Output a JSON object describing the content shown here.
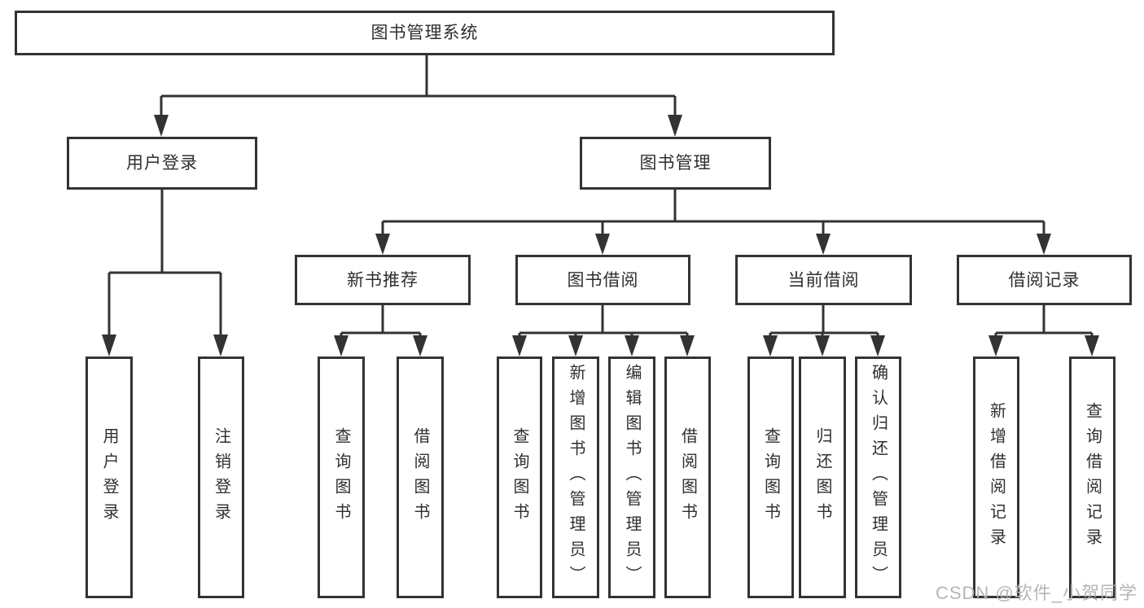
{
  "diagram": {
    "type": "hierarchy-tree",
    "tree": {
      "root": {
        "label": "图书管理系统",
        "children": [
          {
            "label": "用户登录",
            "children": [
              {
                "label": "用户登录"
              },
              {
                "label": "注销登录"
              }
            ]
          },
          {
            "label": "图书管理",
            "children": [
              {
                "label": "新书推荐",
                "children": [
                  {
                    "label": "查询图书"
                  },
                  {
                    "label": "借阅图书"
                  }
                ]
              },
              {
                "label": "图书借阅",
                "children": [
                  {
                    "label": "查询图书"
                  },
                  {
                    "label": "新增图书（管理员）"
                  },
                  {
                    "label": "编辑图书（管理员）"
                  },
                  {
                    "label": "借阅图书"
                  }
                ]
              },
              {
                "label": "当前借阅",
                "children": [
                  {
                    "label": "查询图书"
                  },
                  {
                    "label": "归还图书"
                  },
                  {
                    "label": "确认归还（管理员）"
                  }
                ]
              },
              {
                "label": "借阅记录",
                "children": [
                  {
                    "label": "新增借阅记录"
                  },
                  {
                    "label": "查询借阅记录"
                  }
                ]
              }
            ]
          }
        ]
      }
    },
    "colors": {
      "line": "#333333",
      "box_border": "#333333",
      "box_fill": "#ffffff",
      "text": "#2f2f2f",
      "background": "#ffffff",
      "watermark": "#b2b2b2"
    }
  },
  "watermark": {
    "text": "CSDN @软件_小贺同学"
  }
}
